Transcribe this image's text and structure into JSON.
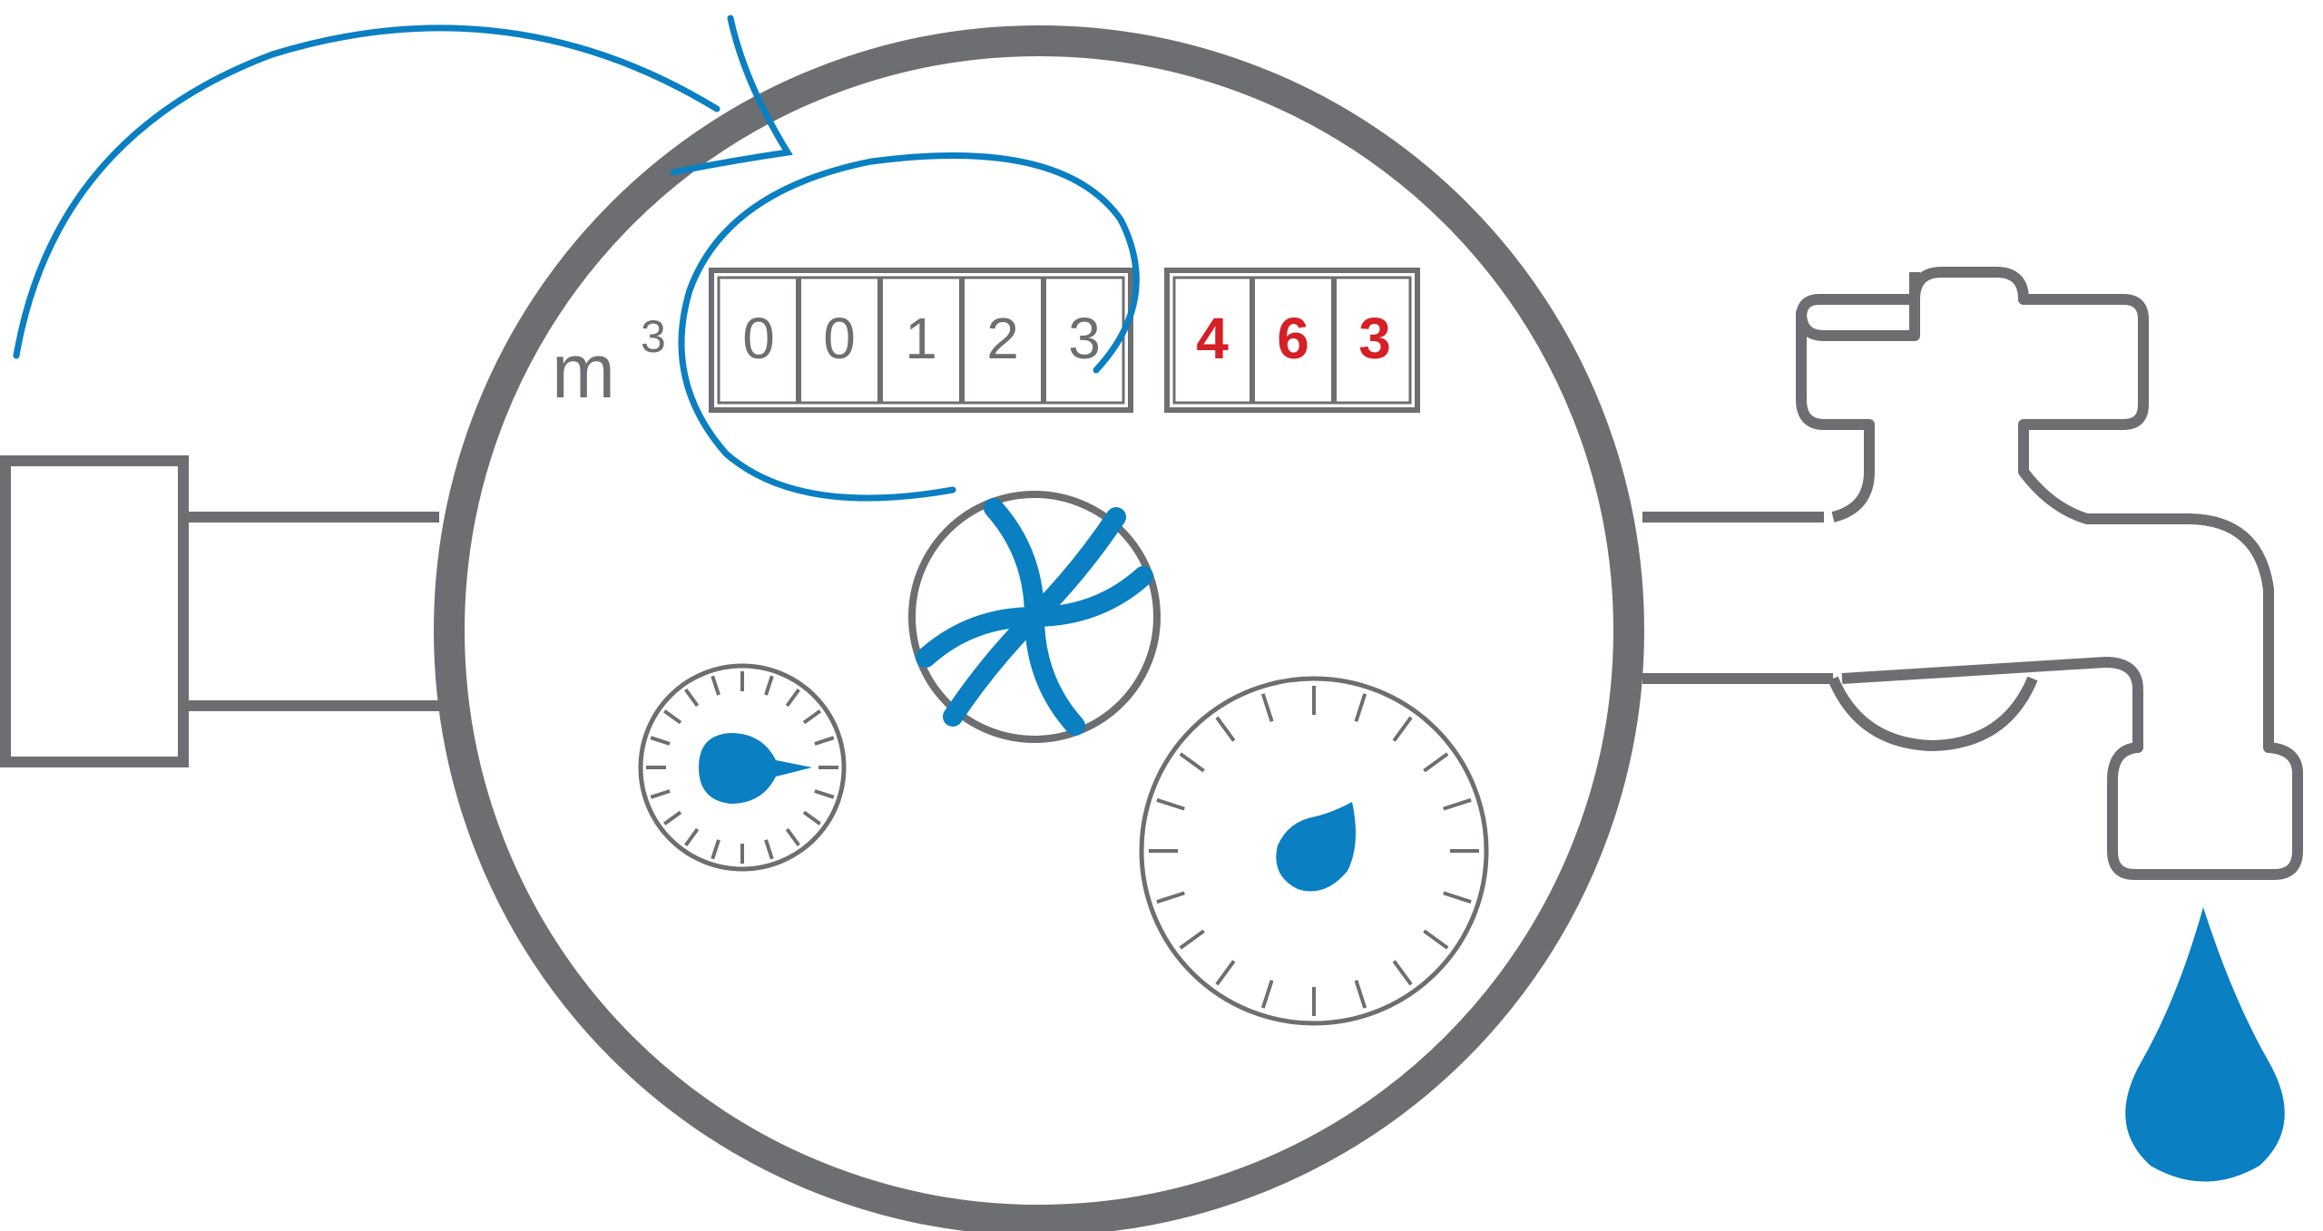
{
  "meter": {
    "unit": "m",
    "unit_superscript": "3",
    "whole_digits": [
      "0",
      "0",
      "1",
      "2",
      "3"
    ],
    "fraction_digits": [
      "4",
      "6",
      "3"
    ]
  },
  "colors": {
    "outline": "#6d6e71",
    "blue": "#0a7fc2",
    "red": "#d61f26",
    "background": "#ffffff"
  },
  "icons": {
    "arrow": "curved-arrow-icon",
    "loop": "loop-arrow-icon",
    "impeller": "impeller-icon",
    "small_dial": "small-dial-icon",
    "large_dial": "large-dial-icon",
    "faucet": "faucet-icon",
    "drop": "water-drop-icon"
  }
}
